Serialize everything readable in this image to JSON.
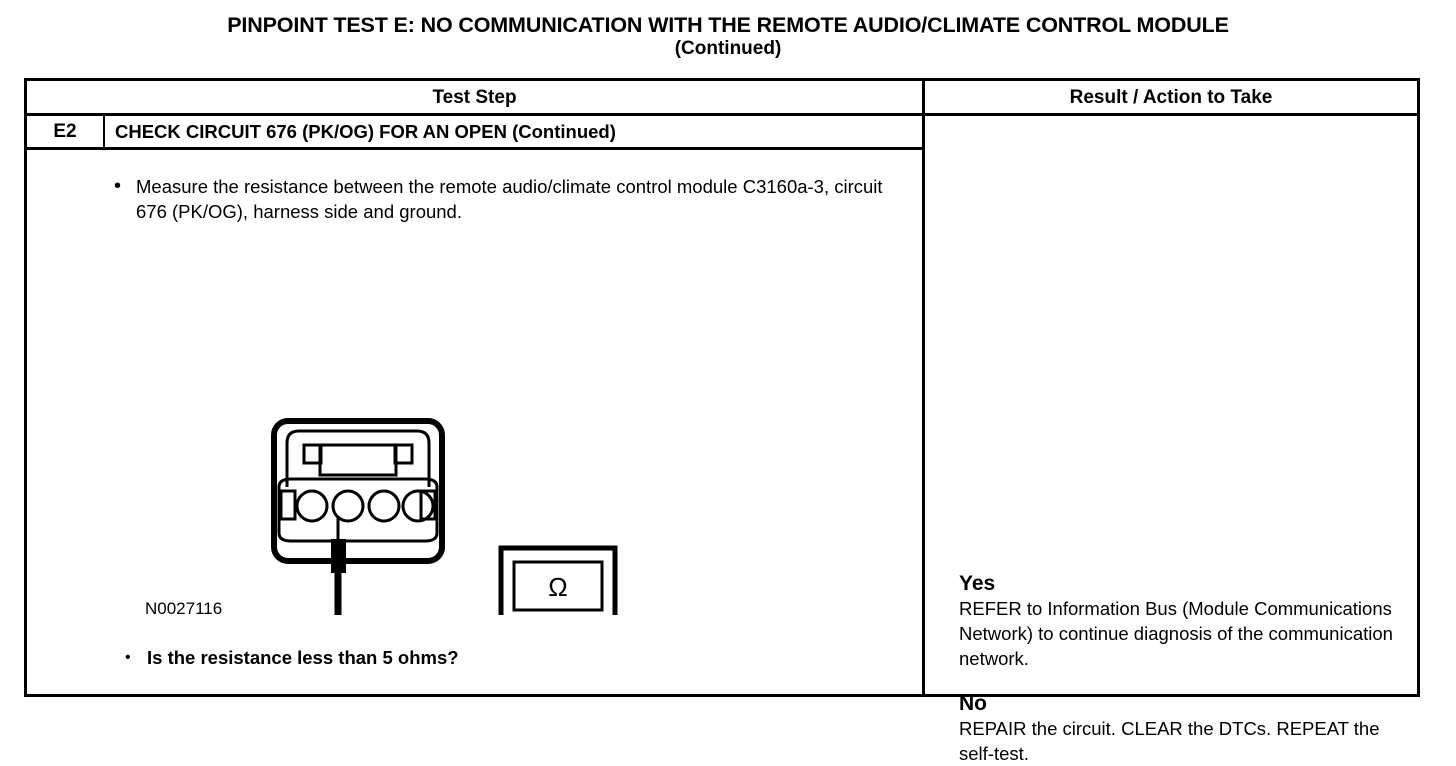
{
  "title": {
    "line1": "PINPOINT TEST E: NO COMMUNICATION WITH THE REMOTE AUDIO/CLIMATE CONTROL MODULE",
    "line2": "(Continued)"
  },
  "table": {
    "headers": {
      "test_step": "Test Step",
      "result_action": "Result / Action to Take"
    },
    "step": {
      "id": "E2",
      "heading": "CHECK CIRCUIT 676 (PK/OG) FOR AN OPEN (Continued)",
      "bullet_marker": "•",
      "instruction": "Measure the resistance between the remote audio/climate control module C3160a-3, circuit 676 (PK/OG), harness side and ground.",
      "figure_id": "N0027116",
      "question": "Is the resistance less than 5 ohms?"
    },
    "results": [
      {
        "label": "Yes",
        "text": "REFER to Information Bus (Module Communications Network) to continue diagnosis of the communication network."
      },
      {
        "label": "No",
        "text": "REPAIR the circuit. CLEAR the DTCs. REPEAT the self-test."
      }
    ]
  },
  "schematic": {
    "meter_display_symbol": "Ω",
    "positive_terminal_symbol": "+",
    "negative_terminal_symbol": "−",
    "connector_pin_count": 4,
    "probed_pin_index": 2
  },
  "colors": {
    "ink": "#000000",
    "paper": "#ffffff"
  }
}
